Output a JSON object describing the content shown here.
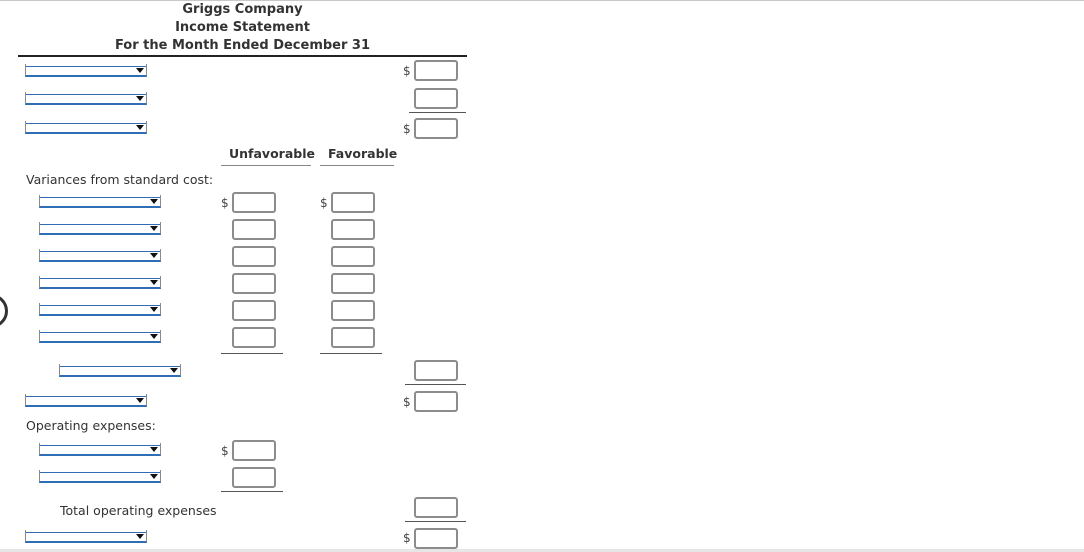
{
  "header": {
    "company": "Griggs Company",
    "statement": "Income Statement",
    "period": "For the Month Ended December 31"
  },
  "columns": {
    "unfavorable": "Unfavorable",
    "favorable": "Favorable"
  },
  "labels": {
    "variances": "Variances from standard cost:",
    "operating_expenses": "Operating expenses:",
    "total_operating_expenses": "Total operating expenses"
  },
  "currency_symbol": "$"
}
